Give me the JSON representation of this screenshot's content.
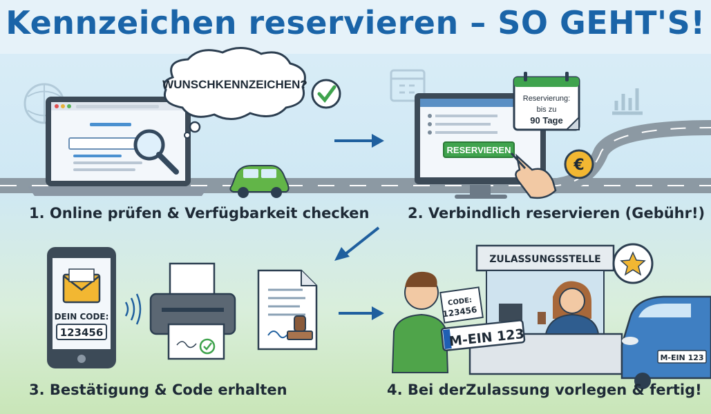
{
  "title": "Kennzeichen reservieren – SO GEHT'S!",
  "steps": [
    {
      "label": "1. Online prüfen & Verfügbarkeit checken"
    },
    {
      "label": "2. Verbindlich reservieren (Gebühr!)"
    },
    {
      "label": "3. Bestätigung & Code erhalten"
    },
    {
      "label": "4. Bei derZulassung vorlegen & fertig!"
    }
  ],
  "step1": {
    "bubble": "WUNSCHKENNZEICHEN?"
  },
  "step2": {
    "card_line1": "Reservierung:",
    "card_line2": "bis zu",
    "card_line3": "90 Tage",
    "button": "RESERVIEREN",
    "coin": "€"
  },
  "step3": {
    "code_label": "DEIN CODE:",
    "code_value": "123456"
  },
  "step4": {
    "office_sign": "ZULASSUNGSSTELLE",
    "paper_label": "CODE:",
    "paper_code": "123456",
    "plate": "M-EIN 123",
    "car_plate": "M-EIN 123"
  },
  "colors": {
    "title": "#1a64a8",
    "accent_green": "#3fa34d",
    "arrow_blue": "#1f5f9e"
  }
}
